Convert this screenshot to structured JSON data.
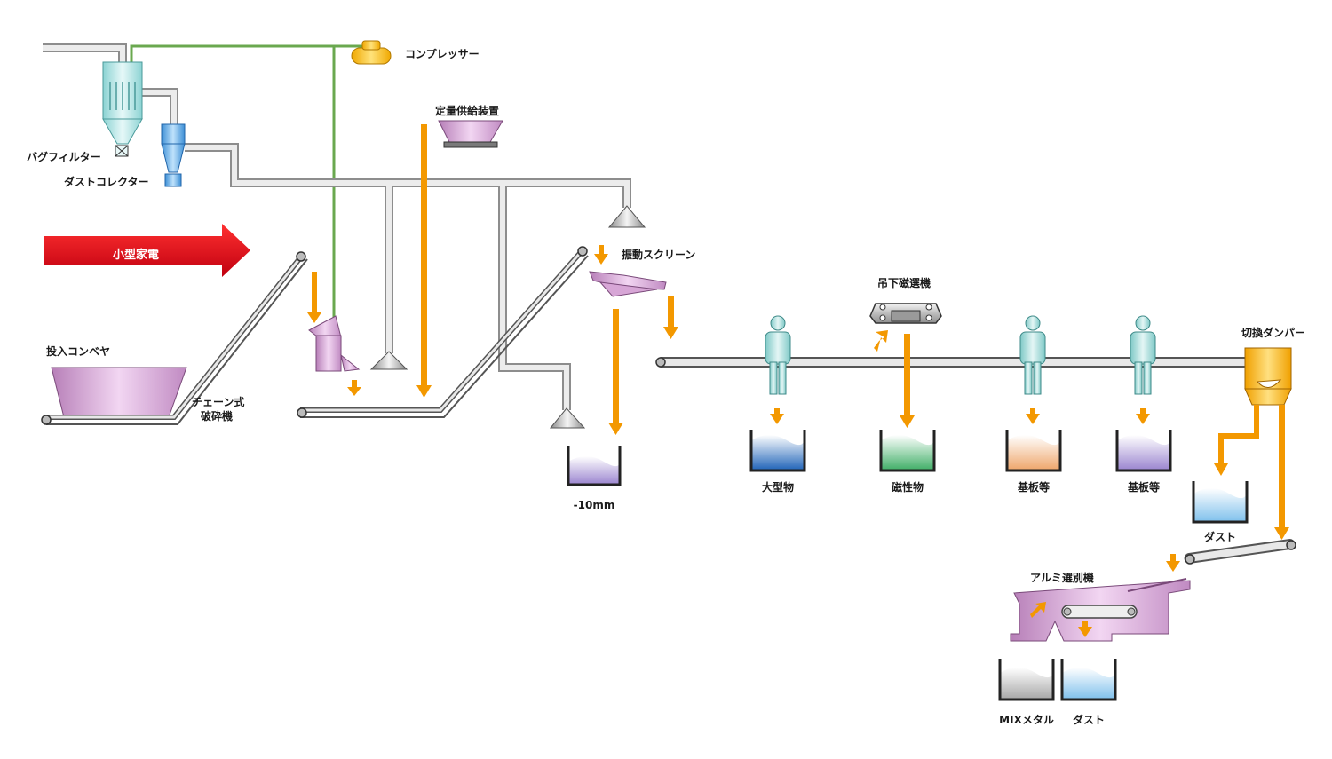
{
  "labels": {
    "compressor": "コンプレッサー",
    "bag_filter": "バグフィルター",
    "dust_collector": "ダストコレクター",
    "feeder": "定量供給装置",
    "input": "小型家電",
    "vibrating_screen": "振動スクリーン",
    "input_conveyor": "投入コンベヤ",
    "chain_crusher_1": "チェーン式",
    "chain_crusher_2": "破砕機",
    "fine": "-10mm",
    "magnet": "吊下磁選機",
    "switch_damper": "切換ダンパー",
    "large_items": "大型物",
    "magnetic": "磁性物",
    "boards_1": "基板等",
    "boards_2": "基板等",
    "dust_1": "ダスト",
    "aluminum_separator": "アルミ選別機",
    "mix_metal": "MIXメタル",
    "dust_2": "ダスト"
  },
  "colors": {
    "flow_arrow": "#f39800",
    "input_arrow": "#e60012",
    "machine_purple": "#d7a6d6",
    "duct_gray": "#c8c8c8",
    "cyan_equipment": "#a8e0e0",
    "compressor_yellow": "#f5c518",
    "air_line_green": "#6aa84f",
    "bin_blue": "#2a6fc1",
    "bin_green": "#5cbf7a",
    "bin_orange": "#f2b078",
    "bin_lavender": "#a893d6",
    "bin_light_blue": "#8cc8ee",
    "bin_gray": "#b4b4b4"
  }
}
